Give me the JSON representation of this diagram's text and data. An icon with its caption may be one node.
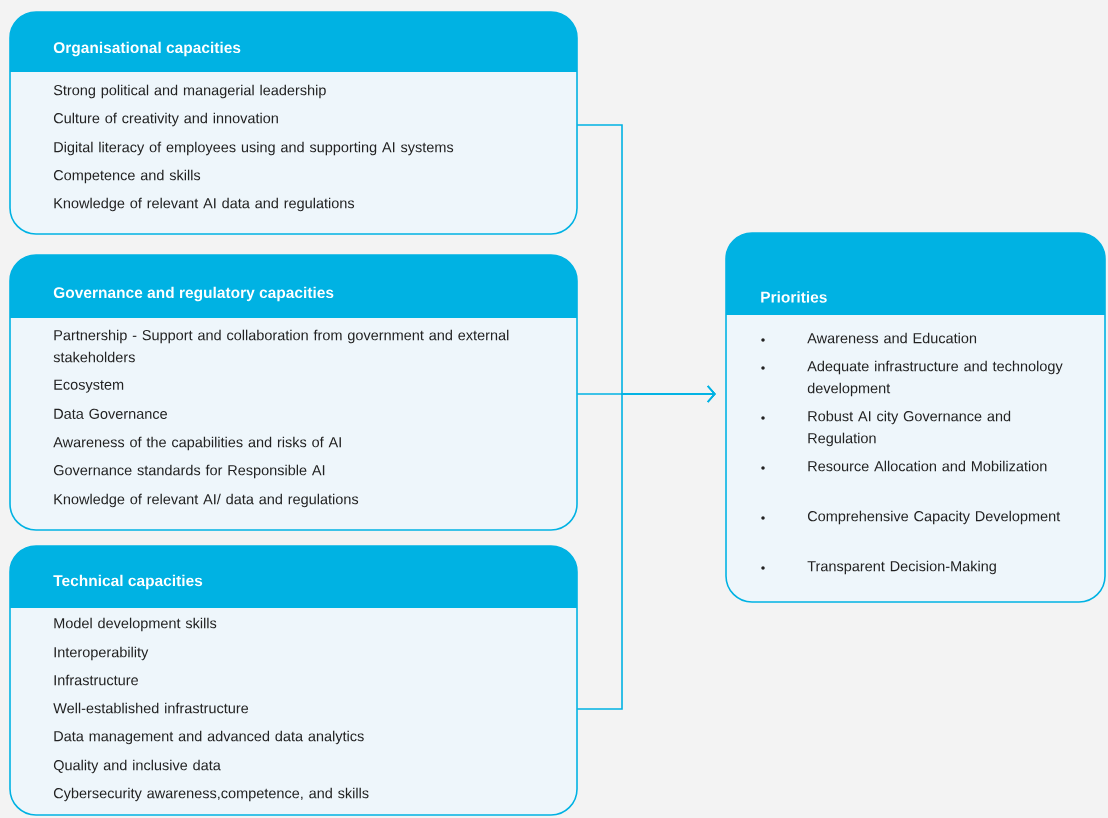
{
  "diagram": {
    "nodes": [
      {
        "text": [
          "Organisational capacities",
          "Strong political and managerial leadership",
          "Culture of creativity and innovation",
          "Digital literacy of employees using and supporting AI systems",
          "Competence and skills",
          "Knowledge of relevant AI data and regulations"
        ]
      },
      {
        "text": [
          "Governance and regulatory capacities",
          "Partnership - Support and collaboration from government and external stakeholders",
          "Ecosystem",
          "Data Governance",
          "Awareness of the capabilities and risks of AI",
          "Governance standards for Responsible AI",
          "Knowledge of relevant AI/ data and regulations"
        ]
      },
      {
        "text": [
          "Technical capacities",
          "Model development skills",
          "Interoperability",
          "Infrastructure",
          "Well-established infrastructure",
          "Data management and advanced data analytics",
          "Quality and inclusive data",
          "Cybersecurity awareness,competence, and skills"
        ]
      },
      {
        "text": [
          "Priorities",
          "Awareness and Education",
          "Adequate infrastructure and technology development",
          "Robust AI city Governance and Regulation",
          "Resource Allocation and Mobilization",
          "Comprehensive Capacity Development",
          "Transparent Decision-Making"
        ]
      }
    ],
    "edges": [
      {
        "from": 0,
        "to": 3,
        "arrow": "to"
      },
      {
        "from": 1,
        "to": 3,
        "arrow": "to"
      },
      {
        "from": 2,
        "to": 3,
        "arrow": "to"
      }
    ]
  }
}
